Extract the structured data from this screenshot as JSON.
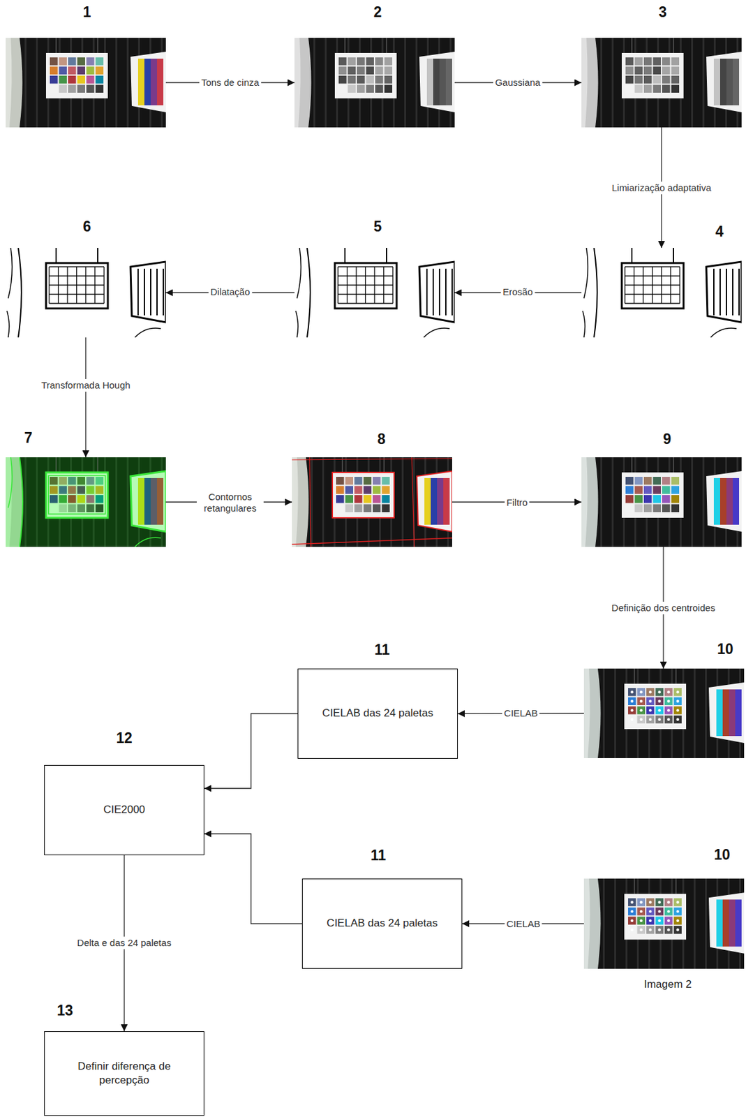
{
  "diagram": {
    "nodes": [
      {
        "text": [
          "1"
        ]
      },
      {
        "text": [
          "2"
        ]
      },
      {
        "text": [
          "3"
        ]
      },
      {
        "text": [
          "4"
        ]
      },
      {
        "text": [
          "5"
        ]
      },
      {
        "text": [
          "6"
        ]
      },
      {
        "text": [
          "7"
        ]
      },
      {
        "text": [
          "8"
        ]
      },
      {
        "text": [
          "9"
        ]
      },
      {
        "text": [
          "10"
        ]
      },
      {
        "text": [
          "11",
          "CIELAB das 24 paletas"
        ]
      },
      {
        "text": [
          "12",
          "CIE2000"
        ]
      },
      {
        "text": [
          "11",
          "CIELAB das 24 paletas"
        ]
      },
      {
        "text": [
          "10",
          "Imagem 2"
        ]
      },
      {
        "text": [
          "13",
          "Definir diferença de percepção"
        ]
      }
    ],
    "edges": [
      {
        "from": 0,
        "to": 1,
        "label": "Tons de cinza",
        "arrow": "to"
      },
      {
        "from": 1,
        "to": 2,
        "label": "Gaussiana",
        "arrow": "to"
      },
      {
        "from": 2,
        "to": 3,
        "label": "Limiarização adaptativa",
        "arrow": "to"
      },
      {
        "from": 3,
        "to": 4,
        "label": "Erosão",
        "arrow": "to"
      },
      {
        "from": 4,
        "to": 5,
        "label": "Dilatação",
        "arrow": "to"
      },
      {
        "from": 5,
        "to": 6,
        "label": "Transformada Hough",
        "arrow": "to"
      },
      {
        "from": 6,
        "to": 7,
        "label": "Contornos retangulares",
        "arrow": "to"
      },
      {
        "from": 7,
        "to": 8,
        "label": "Filtro",
        "arrow": "to"
      },
      {
        "from": 8,
        "to": 9,
        "label": "Definição dos centroides",
        "arrow": "to"
      },
      {
        "from": 9,
        "to": 10,
        "label": "CIELAB",
        "arrow": "to"
      },
      {
        "from": 10,
        "to": 11,
        "arrow": "to"
      },
      {
        "from": 13,
        "to": 12,
        "label": "CIELAB",
        "arrow": "to"
      },
      {
        "from": 12,
        "to": 11,
        "arrow": "to"
      },
      {
        "from": 11,
        "to": 14,
        "label": "Delta e das 24 paletas",
        "arrow": "to"
      }
    ]
  }
}
